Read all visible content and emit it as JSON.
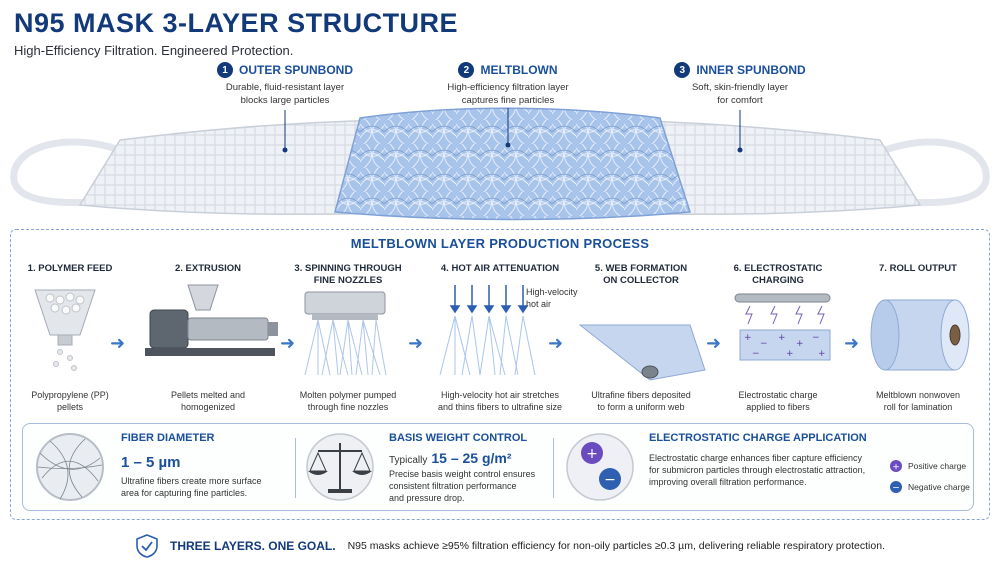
{
  "header": {
    "title": "N95 MASK 3-LAYER STRUCTURE",
    "subtitle": "High-Efficiency Filtration. Engineered Protection."
  },
  "layers": [
    {
      "num": "1",
      "name": "OUTER SPUNBOND",
      "desc1": "Durable, fluid-resistant layer",
      "desc2": "blocks large particles"
    },
    {
      "num": "2",
      "name": "MELTBLOWN",
      "desc1": "High-efficiency filtration layer",
      "desc2": "captures fine particles"
    },
    {
      "num": "3",
      "name": "INNER SPUNBOND",
      "desc1": "Soft, skin-friendly layer",
      "desc2": "for comfort"
    }
  ],
  "process": {
    "title": "MELTBLOWN LAYER PRODUCTION PROCESS",
    "steps": [
      {
        "t1": "1. POLYMER FEED",
        "t2": "",
        "d1": "Polypropylene (PP)",
        "d2": "pellets"
      },
      {
        "t1": "2. EXTRUSION",
        "t2": "",
        "d1": "Pellets melted and",
        "d2": "homogenized"
      },
      {
        "t1": "3. SPINNING THROUGH",
        "t2": "FINE NOZZLES",
        "d1": "Molten polymer pumped",
        "d2": "through fine nozzles"
      },
      {
        "t1": "4. HOT AIR ATTENUATION",
        "t2": "",
        "d1": "High-velocity hot air stretches",
        "d2": "and thins fibers to ultrafine size"
      },
      {
        "t1": "5. WEB FORMATION",
        "t2": "ON COLLECTOR",
        "d1": "Ultrafine fibers deposited",
        "d2": "to form a uniform web"
      },
      {
        "t1": "6. ELECTROSTATIC",
        "t2": "CHARGING",
        "d1": "Electrostatic charge",
        "d2": "applied to fibers"
      },
      {
        "t1": "7. ROLL OUTPUT",
        "t2": "",
        "d1": "Meltblown nonwoven",
        "d2": "roll for lamination"
      }
    ],
    "hot_air_label1": "High-velocity",
    "hot_air_label2": "hot air"
  },
  "info": {
    "fiber": {
      "title": "FIBER DIAMETER",
      "value": "1 – 5 µm",
      "d1": "Ultrafine fibers create more surface",
      "d2": "area for capturing fine particles."
    },
    "basis": {
      "title": "BASIS WEIGHT CONTROL",
      "prefix": "Typically",
      "value": "15 – 25 g/m²",
      "d1": "Precise basis weight control ensures",
      "d2": "consistent filtration performance",
      "d3": "and pressure drop."
    },
    "charge": {
      "title": "ELECTROSTATIC CHARGE APPLICATION",
      "d1": "Electrostatic charge enhances fiber capture efficiency",
      "d2": "for submicron particles through electrostatic attraction,",
      "d3": "improving overall filtration performance.",
      "pos": "Positive charge",
      "neg": "Negative charge"
    }
  },
  "footer": {
    "strong": "THREE LAYERS. ONE GOAL.",
    "text": "N95 masks achieve ≥95% filtration efficiency for non-oily particles ≥0.3 µm, delivering reliable respiratory protection."
  },
  "colors": {
    "brand": "#123a7a",
    "accent": "#1a4f9c",
    "arrow": "#3a76c9",
    "meltblown": "#9fbce6"
  }
}
